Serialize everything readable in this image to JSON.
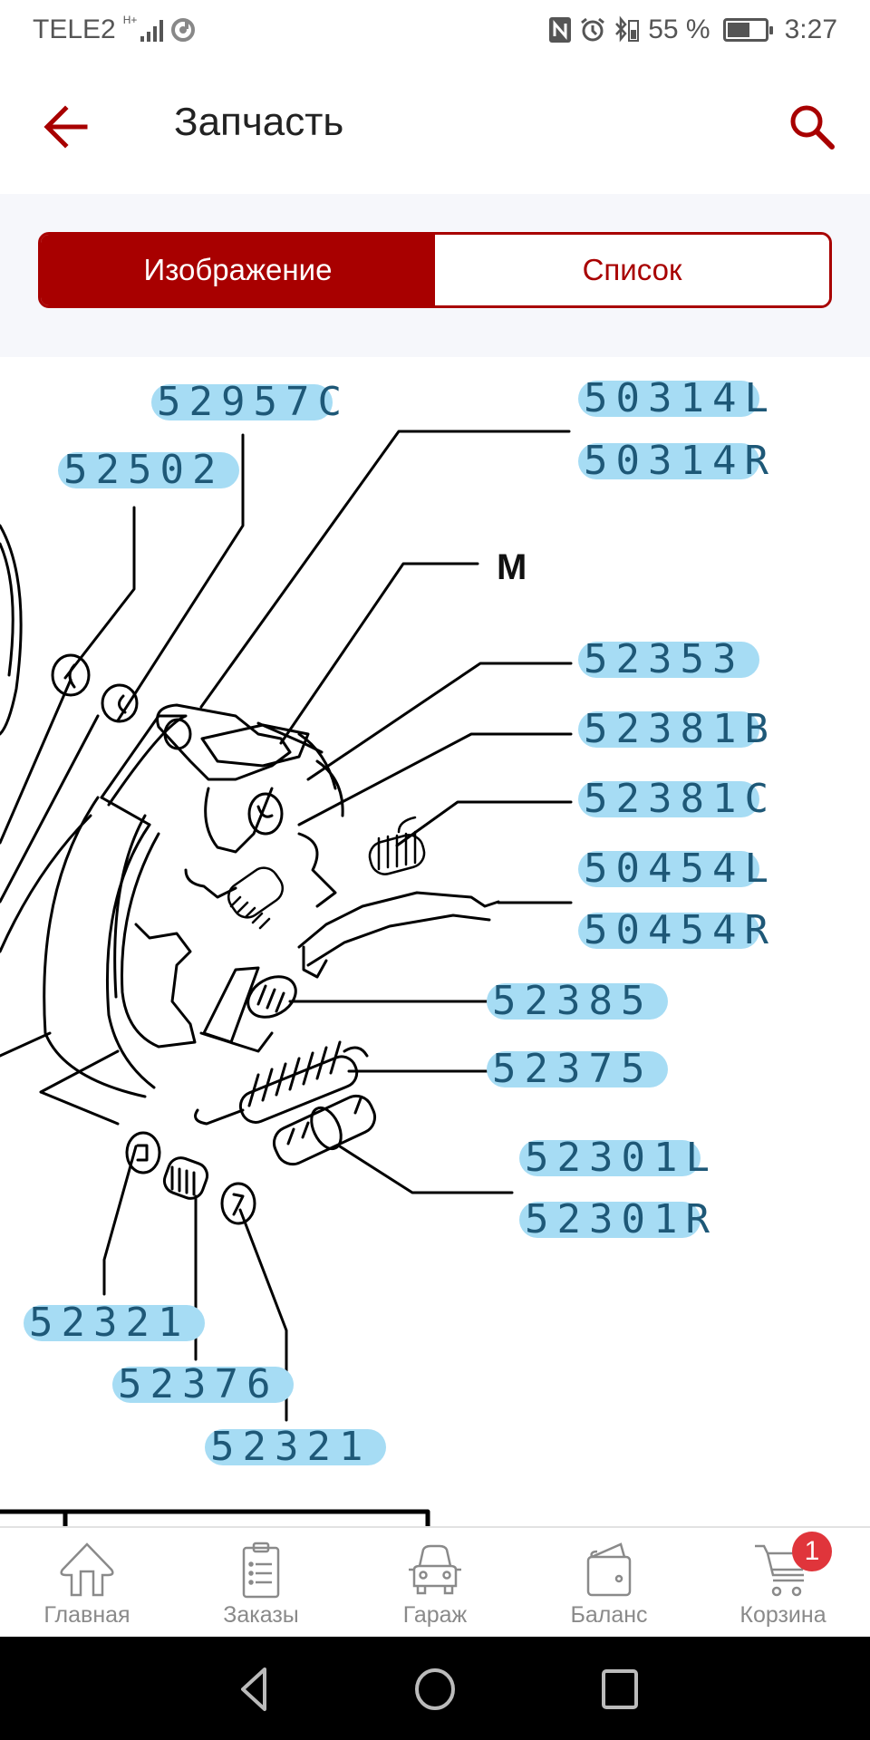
{
  "status_bar": {
    "carrier": "TELE2",
    "network_type": "H+",
    "battery_percent": "55 %",
    "time": "3:27",
    "icons": [
      "signal-icon",
      "sync-icon",
      "nfc-icon",
      "alarm-icon",
      "bluetooth-icon",
      "battery-icon"
    ]
  },
  "header": {
    "title": "Запчасть",
    "back_icon": "arrow-left-icon",
    "search_icon": "search-icon",
    "accent_color": "#a80000"
  },
  "view_toggle": {
    "options": [
      {
        "label": "Изображение",
        "active": true
      },
      {
        "label": "Список",
        "active": false
      }
    ]
  },
  "diagram": {
    "callouts": [
      {
        "code": "52957C"
      },
      {
        "code": "52502"
      },
      {
        "code": "50314L"
      },
      {
        "code": "50314R"
      },
      {
        "code": "52353"
      },
      {
        "code": "52381B"
      },
      {
        "code": "52381C"
      },
      {
        "code": "50454L"
      },
      {
        "code": "50454R"
      },
      {
        "code": "52385"
      },
      {
        "code": "52375"
      },
      {
        "code": "52301L"
      },
      {
        "code": "52301R"
      },
      {
        "code": "52321"
      },
      {
        "code": "52376"
      },
      {
        "code": "52321"
      }
    ],
    "marker_letter": "M",
    "callout_color": "#a6dcf4",
    "callout_text_color": "#1e5877"
  },
  "bottom_nav": {
    "items": [
      {
        "label": "Главная",
        "icon": "home-icon"
      },
      {
        "label": "Заказы",
        "icon": "clipboard-icon"
      },
      {
        "label": "Гараж",
        "icon": "car-icon"
      },
      {
        "label": "Баланс",
        "icon": "wallet-icon"
      },
      {
        "label": "Корзина",
        "icon": "cart-icon",
        "badge": "1"
      }
    ]
  },
  "system_nav": {
    "buttons": [
      "back-triangle-icon",
      "home-circle-icon",
      "recents-square-icon"
    ]
  }
}
